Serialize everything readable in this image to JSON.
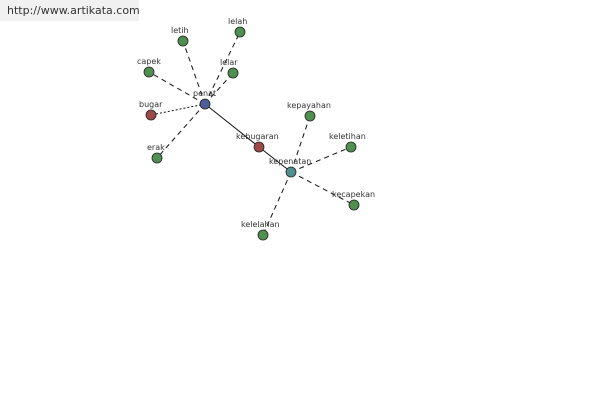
{
  "watermark": "http://www.artikata.com",
  "colors": {
    "green": "#4f8f4f",
    "red": "#9b4a48",
    "blue": "#4d5f9b",
    "teal": "#4f8f8f",
    "edge": "#111111"
  },
  "nodes": [
    {
      "id": "penat",
      "label": "penat",
      "color": "blue"
    },
    {
      "id": "kebugaran",
      "label": "kebugaran",
      "color": "red"
    },
    {
      "id": "kepenatan",
      "label": "kepenatan",
      "color": "teal"
    },
    {
      "id": "letih",
      "label": "letih",
      "color": "green"
    },
    {
      "id": "lelah",
      "label": "lelah",
      "color": "green"
    },
    {
      "id": "capek",
      "label": "capek",
      "color": "green"
    },
    {
      "id": "lelar",
      "label": "lelar",
      "color": "green"
    },
    {
      "id": "bugar",
      "label": "bugar",
      "color": "red"
    },
    {
      "id": "erak",
      "label": "erak",
      "color": "green"
    },
    {
      "id": "kepayahan",
      "label": "kepayahan",
      "color": "green"
    },
    {
      "id": "keletihan",
      "label": "keletihan",
      "color": "green"
    },
    {
      "id": "kecapekan",
      "label": "kecapekan",
      "color": "green"
    },
    {
      "id": "kelelahan",
      "label": "kelelahan",
      "color": "green"
    }
  ],
  "edges": [
    {
      "from": "penat",
      "to": "kebugaran",
      "style": "solid"
    },
    {
      "from": "kebugaran",
      "to": "kepenatan",
      "style": "solid"
    },
    {
      "from": "penat",
      "to": "letih",
      "style": "dashed"
    },
    {
      "from": "penat",
      "to": "lelah",
      "style": "dashed"
    },
    {
      "from": "penat",
      "to": "capek",
      "style": "dashed"
    },
    {
      "from": "penat",
      "to": "lelar",
      "style": "dashed"
    },
    {
      "from": "penat",
      "to": "bugar",
      "style": "dotted"
    },
    {
      "from": "penat",
      "to": "erak",
      "style": "dashed"
    },
    {
      "from": "kepenatan",
      "to": "kepayahan",
      "style": "dashed"
    },
    {
      "from": "kepenatan",
      "to": "keletihan",
      "style": "dashed"
    },
    {
      "from": "kepenatan",
      "to": "kecapekan",
      "style": "dashed"
    },
    {
      "from": "kepenatan",
      "to": "kelelahan",
      "style": "dashed"
    }
  ]
}
